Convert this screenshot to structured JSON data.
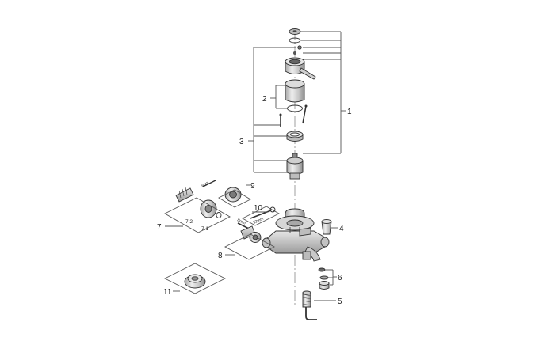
{
  "callouts": {
    "c1": "1",
    "c2": "2",
    "c3": "3",
    "c4": "4",
    "c5": "5",
    "c6": "6",
    "c7": "7",
    "c7_1": "7.1",
    "c7_2": "7.2",
    "c8": "8",
    "c9": "9",
    "c10": "10",
    "c11": "11"
  },
  "tool_labels": {
    "hex_a": "6mm",
    "hex_b": "32mm",
    "hex_c": "8mm"
  },
  "colors": {
    "part_fill": "#d4d4d4",
    "part_dark": "#9a9a9a",
    "leader": "#555555"
  }
}
